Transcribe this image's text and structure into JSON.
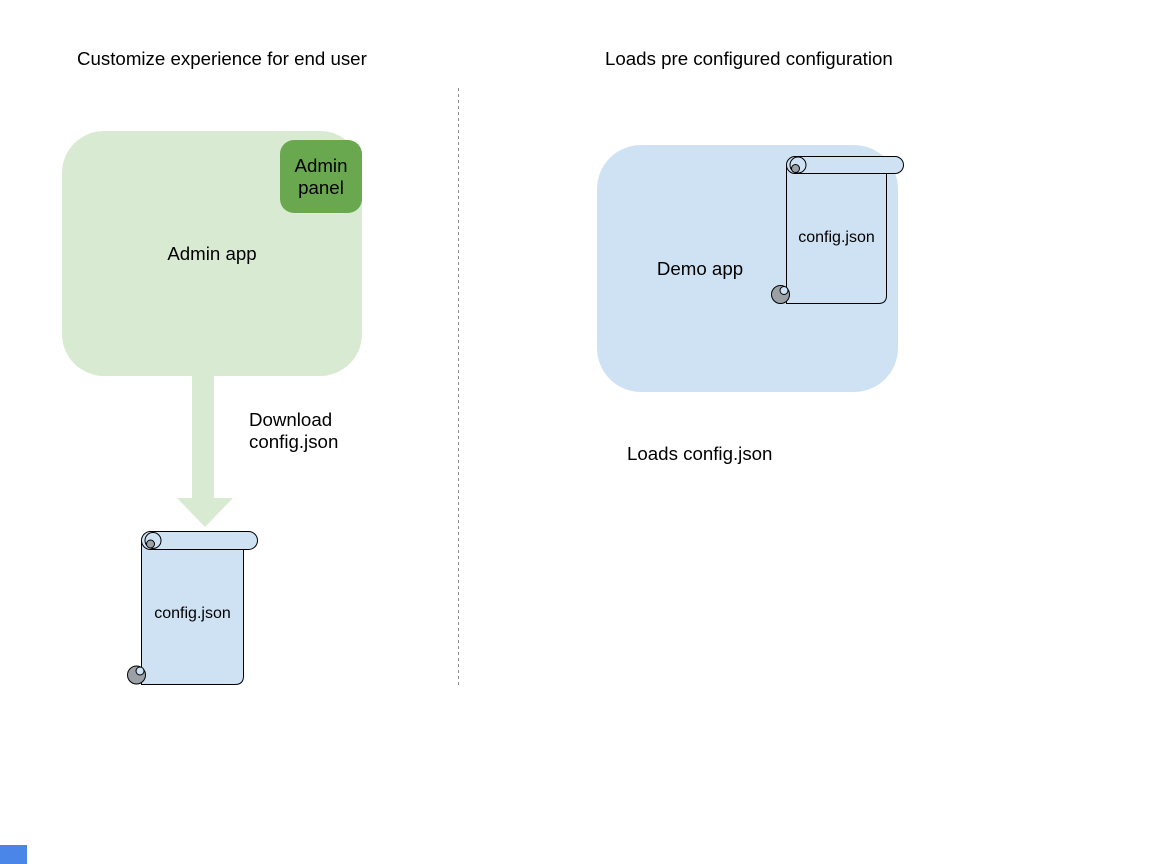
{
  "diagram": {
    "left": {
      "title": "Customize experience for end user",
      "admin_app_label": "Admin app",
      "admin_panel_label": "Admin panel",
      "download_line1": "Download",
      "download_line2": "config.json",
      "config_file_label": "config.json"
    },
    "right": {
      "title": "Loads pre configured configuration",
      "demo_app_label": "Demo app",
      "config_file_label": "config.json",
      "caption": "Loads config.json"
    },
    "colors": {
      "light_green": "#d9ead3",
      "dark_green": "#6aa84f",
      "light_blue": "#cfe2f3",
      "scroll_gray": "#9aa0a6",
      "outline": "#000000",
      "divider_gray": "#8f8f8f",
      "corner_blue": "#4a86e8",
      "text": "#000000"
    }
  }
}
